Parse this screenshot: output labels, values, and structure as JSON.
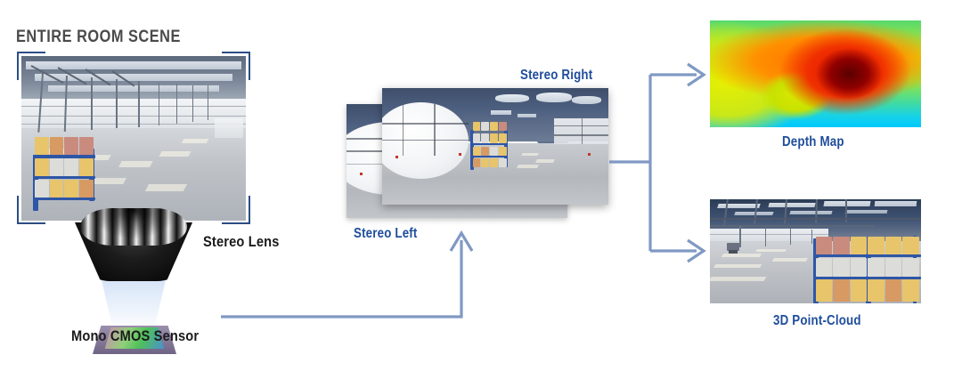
{
  "title": "ENTIRE ROOM SCENE",
  "colors": {
    "title_text": "#4a4a4a",
    "label_blue": "#1f4e9c",
    "label_dark": "#1a1a1a",
    "connector": "#8099c4",
    "corner_bracket": "#2b4d84",
    "background": "#ffffff"
  },
  "labels": {
    "stereo_lens": "Stereo Lens",
    "mono_cmos_sensor": "Mono CMOS Sensor",
    "stereo_left": "Stereo Left",
    "stereo_right": "Stereo Right",
    "depth_map": "Depth Map",
    "point_cloud": "3D Point-Cloud"
  },
  "images": {
    "room_scene": "warehouse-interior-wide-angle",
    "stereo_left": "equirectangular-panorama-left",
    "stereo_right": "equirectangular-panorama-right",
    "depth_map": "jet-colormap-depth-visualization",
    "point_cloud": "warehouse-rack-point-cloud-render"
  },
  "icons": {
    "lens": "stereo-lens-icon",
    "sensor": "cmos-sensor-icon",
    "arrow_right": "arrow-right-icon",
    "arrow_up": "arrow-up-icon"
  }
}
